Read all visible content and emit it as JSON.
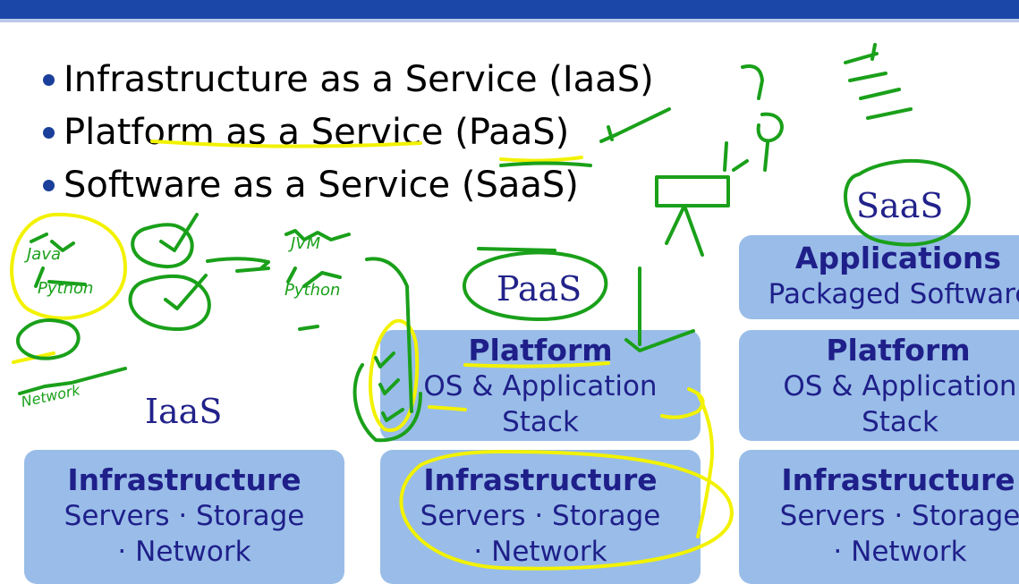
{
  "bullets": [
    "Infrastructure as a Service (IaaS)",
    "Platform as a Service (PaaS)",
    "Software as a Service (SaaS)"
  ],
  "labels": {
    "iaas": "IaaS",
    "paas": "PaaS",
    "saas": "SaaS"
  },
  "boxes": {
    "iaas_infra": {
      "title": "Infrastructure",
      "line1": "Servers · Storage",
      "line2": "· Network"
    },
    "paas_platform": {
      "title": "Platform",
      "line1": "OS & Application",
      "line2": "Stack"
    },
    "paas_infra": {
      "title": "Infrastructure",
      "line1": "Servers · Storage",
      "line2": "· Network"
    },
    "saas_apps": {
      "title": "Applications",
      "line1": "Packaged Software"
    },
    "saas_platform": {
      "title": "Platform",
      "line1": "OS & Application",
      "line2": "Stack"
    },
    "saas_infra": {
      "title": "Infrastructure",
      "line1": "Servers · Storage",
      "line2": "· Network"
    }
  },
  "annotations": {
    "handwritten_1": "Java",
    "handwritten_2": "Python",
    "handwritten_3": "JVM",
    "handwritten_4": "Python",
    "handwritten_5": "Network"
  },
  "colors": {
    "header": "#1a47a8",
    "box": "#99bde8",
    "box_text": "#1f1f8a",
    "ink_green": "#1a9a1a",
    "ink_yellow": "#f2f200"
  }
}
